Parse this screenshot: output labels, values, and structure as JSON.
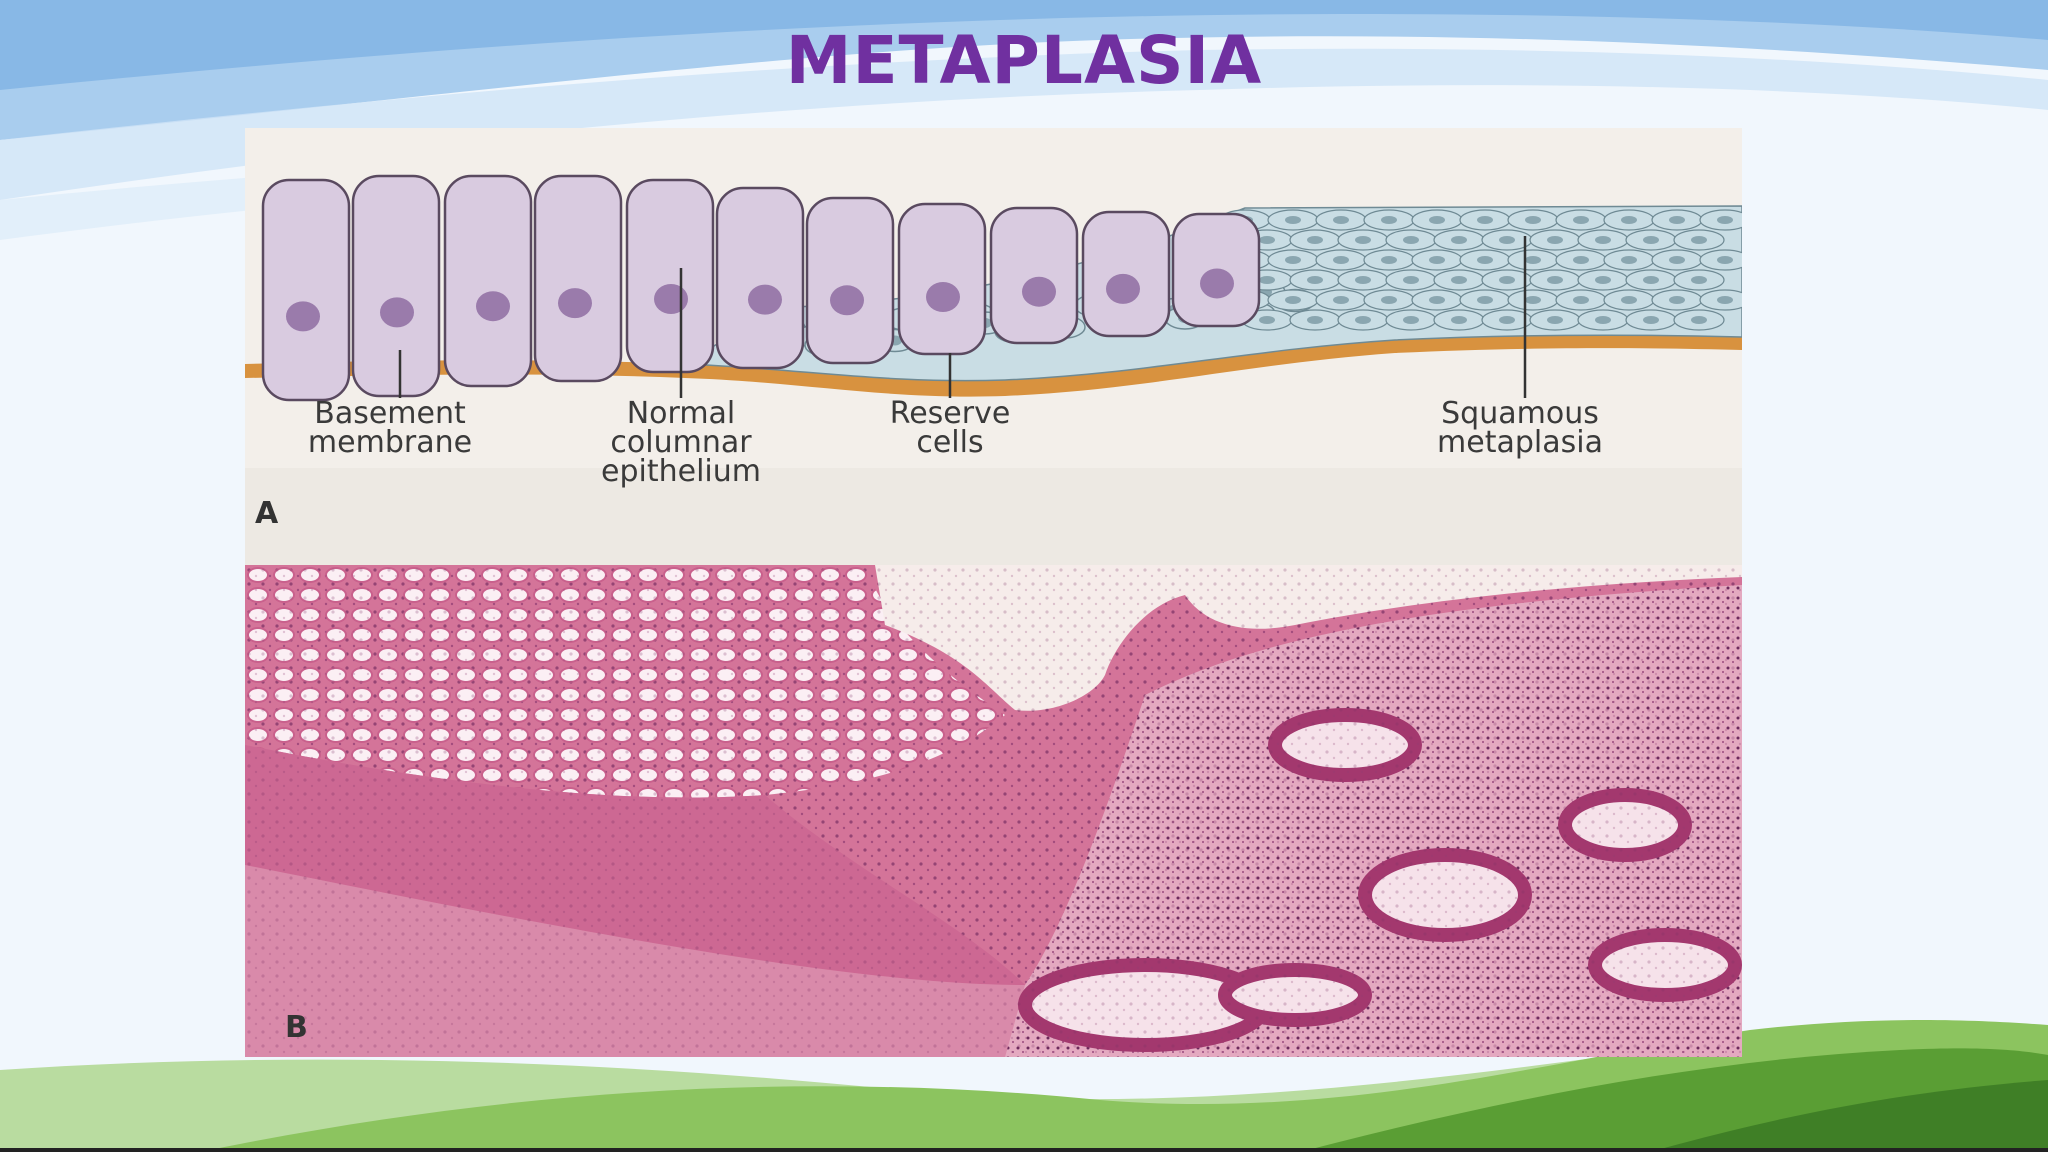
{
  "slide": {
    "title": "METAPLASIA"
  },
  "figure": {
    "panel_a": {
      "letter": "A",
      "labels": {
        "basement_membrane": "Basement\nmembrane",
        "normal_columnar_epithelium": "Normal\ncolumnar\nepithelium",
        "reserve_cells": "Reserve\ncells",
        "squamous_metaplasia": "Squamous\nmetaplasia"
      }
    },
    "panel_b": {
      "letter": "B"
    }
  },
  "colors": {
    "title": "#7030a0",
    "columnar_cell": "#d9cbe0",
    "nucleus": "#9a7bab",
    "reserve_cell": "#c9dde4",
    "basement_membrane": "#d8923f",
    "tissue_pink": "#d9769d",
    "tissue_light": "#f4dce6"
  }
}
